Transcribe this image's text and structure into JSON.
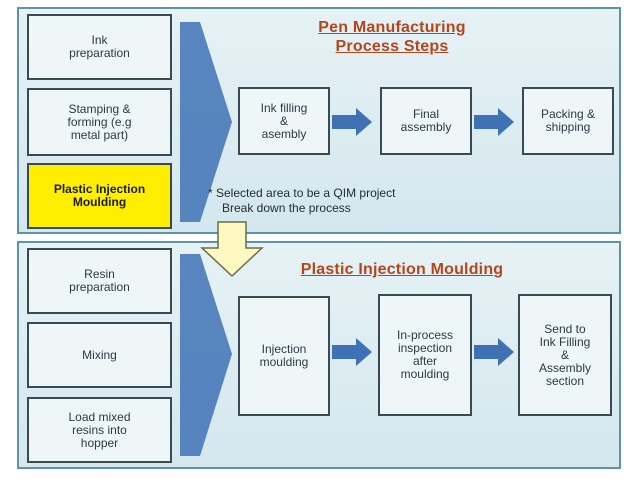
{
  "top": {
    "title": "Pen Manufacturing\nProcess Steps",
    "inputs": [
      "Ink\npreparation",
      "Stamping &\nforming (e.g\nmetal part)",
      "Plastic Injection\nMoulding"
    ],
    "steps": [
      "Ink filling\n&\nasembly",
      "Final\nassembly",
      "Packing &\nshipping"
    ],
    "note_line1": "* Selected area to be a QIM project",
    "note_line2": "Break down the process"
  },
  "bottom": {
    "title": "Plastic Injection Moulding",
    "inputs": [
      "Resin\npreparation",
      "Mixing",
      "Load mixed\nresins into\nhopper"
    ],
    "steps": [
      "Injection\nmoulding",
      "In-process\ninspection\nafter\nmoulding",
      "Send to\nInk Filling\n&\nAssembly\nsection"
    ]
  },
  "colors": {
    "panel_border": "#5c95a8",
    "arrow_blue": "#3f72b5",
    "highlight": "#ffee00",
    "title": "#b5451b",
    "down_arrow_fill": "#fff8c0"
  }
}
